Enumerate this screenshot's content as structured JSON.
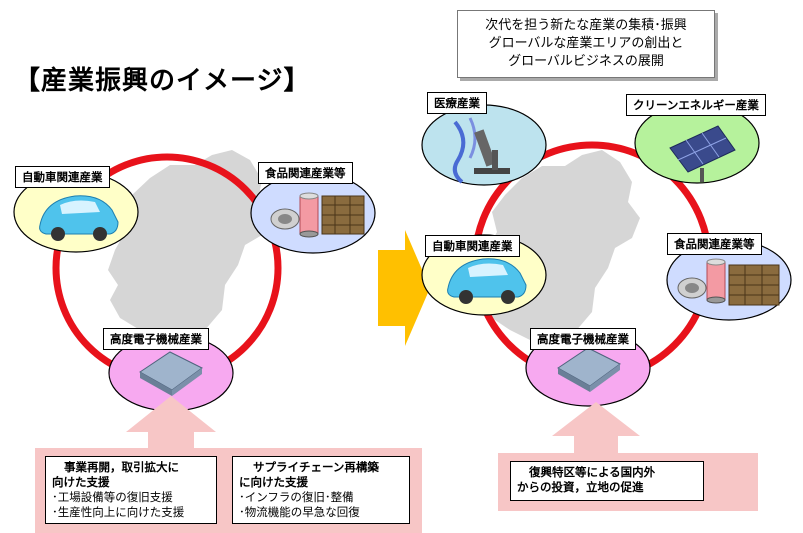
{
  "title": "【産業振興のイメージ】",
  "goal_box": {
    "lines": [
      "次代を担う新たな産業の集積･振興",
      "グローバルな産業エリアの創出と",
      "グローバルビジネスの展開"
    ]
  },
  "left": {
    "automotive_label": "自動車関連産業",
    "food_label": "食品関連産業等",
    "electronics_label": "高度電子機械産業",
    "support": [
      {
        "heading_lines": [
          "事業再開，取引拡大に",
          "向けた支援"
        ],
        "items": [
          "･工場設備等の復旧支援",
          "･生産性向上に向けた支援"
        ]
      },
      {
        "heading_lines": [
          "サプライチェーン再構築",
          "に向けた支援"
        ],
        "items": [
          "･インフラの復旧･整備",
          "･物流機能の早急な回復"
        ]
      }
    ]
  },
  "right": {
    "medical_label": "医療産業",
    "clean_energy_label": "クリーンエネルギー産業",
    "automotive_label": "自動車関連産業",
    "food_label": "食品関連産業等",
    "electronics_label": "高度電子機械産業",
    "support_lines": [
      "復興特区等による国内外",
      "からの投資，立地の促進"
    ]
  },
  "colors": {
    "ring": "#e8121b",
    "map": "#d6d6d6",
    "automotive_bubble": "#ffffc8",
    "food_bubble": "#cfdcff",
    "electronics_bubble": "#f7a9f0",
    "medical_bubble": "#bde3ee",
    "clean_energy_bubble": "#b6f29c",
    "transition_arrow": "#ffc000",
    "support_panel": "#f7c6c6"
  }
}
